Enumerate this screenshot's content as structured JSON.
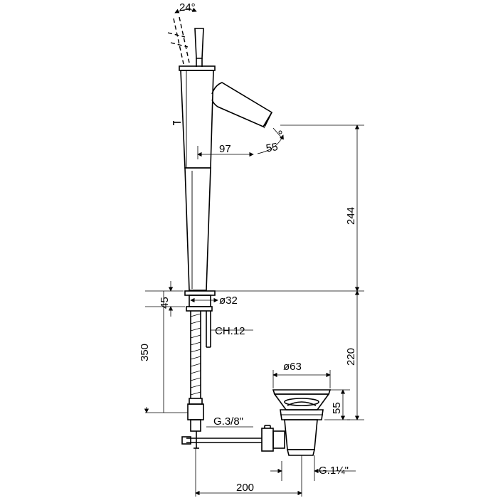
{
  "drawing": {
    "angle_label": "24°",
    "dim_97": "97",
    "dim_55_spout": "55",
    "dim_244": "244",
    "dim_45": "45",
    "dim_32": "ø32",
    "dim_ch12": "CH.12",
    "dim_350": "350",
    "dim_220": "220",
    "dim_63": "ø63",
    "dim_55_waste": "55",
    "thread_38": "G.3/8\"",
    "thread_114": "G.1¼\"",
    "dim_200": "200"
  }
}
